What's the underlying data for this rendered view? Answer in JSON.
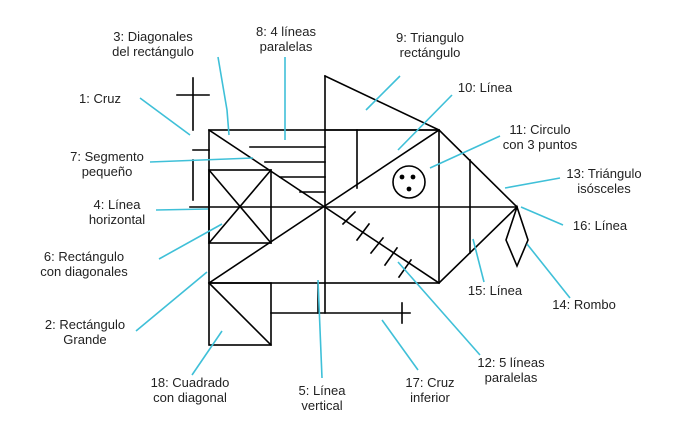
{
  "colors": {
    "drawing": "#000000",
    "leader": "#3fc0d8",
    "text": "#222222",
    "background": "#ffffff"
  },
  "labels": {
    "l1": [
      "1: Cruz"
    ],
    "l2": [
      "2: Rectángulo",
      "Grande"
    ],
    "l3": [
      "3: Diagonales",
      "del rectángulo"
    ],
    "l4": [
      "4: Línea",
      "horizontal"
    ],
    "l5": [
      "5: Línea",
      "vertical"
    ],
    "l6": [
      "6: Rectángulo",
      "con diagonales"
    ],
    "l7": [
      "7: Segmento",
      "pequeño"
    ],
    "l8": [
      "8: 4 líneas",
      "paralelas"
    ],
    "l9": [
      "9: Triangulo",
      "rectángulo"
    ],
    "l10": [
      "10: Línea"
    ],
    "l11": [
      "11: Circulo",
      "con 3 puntos"
    ],
    "l12": [
      "12: 5 líneas",
      "paralelas"
    ],
    "l13": [
      "13: Triángulo",
      "isósceles"
    ],
    "l14": [
      "14: Rombo"
    ],
    "l15": [
      "15: Línea"
    ],
    "l16": [
      "16: Línea"
    ],
    "l17": [
      "17: Cruz",
      "inferior"
    ],
    "l18": [
      "18: Cuadrado",
      "con diagonal"
    ]
  }
}
